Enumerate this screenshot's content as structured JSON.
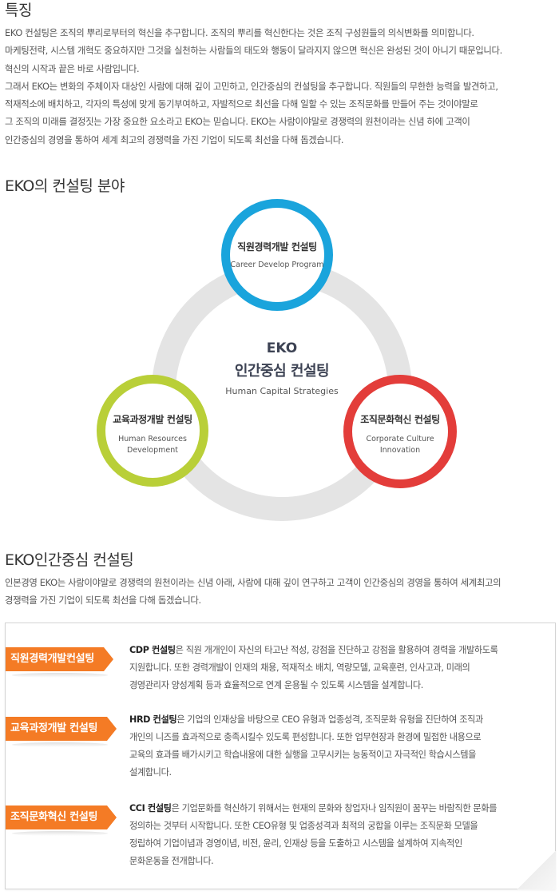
{
  "features": {
    "title": "특징",
    "lines": [
      "EKO 컨설팅은 조직의 뿌리로부터의 혁신을 추구합니다. 조직의 뿌리를 혁신한다는 것은 조직 구성원들의 의식변화를 의미합니다.",
      "마케팅전략, 시스템 개혁도 중요하지만 그것을 실천하는 사람들의 태도와 행동이 달라지지 않으면 혁신은 완성된 것이 아니기 때문입니다.",
      "혁신의 시작과 끝은 바로 사람입니다.",
      "그래서 EKO는 변화의 주체이자 대상인 사람에 대해 깊이 고민하고, 인간중심의 컨설팅을 추구합니다. 직원들의 무한한 능력을 발견하고,",
      "적재적소에 배치하고, 각자의 특성에 맞게 동기부여하고, 자발적으로 최선을 다해 일할 수 있는 조직문화를 만들어 주는 것이야말로",
      "그 조직의 미래를 결정짓는 가장 중요한 요소라고 EKO는 믿습니다. EKO는 사람이야말로 경쟁력의 원천이라는 신념 하에 고객이",
      "인간중심의 경영을 통하여 세계 최고의 경쟁력을 가진 기업이 되도록 최선을 다해 돕겠습니다."
    ]
  },
  "fields": {
    "title": "EKO의 컨설팅 분야",
    "center": {
      "title_line1": "EKO",
      "title_line2": "인간중심 컨설팅",
      "subtitle": "Human Capital Strategies"
    },
    "circles": [
      {
        "title": "직원경력개발 컨설팅",
        "sub1": "Career Develop Program",
        "sub2": ""
      },
      {
        "title": "교육과정개발 컨설팅",
        "sub1": "Human Resources",
        "sub2": "Development"
      },
      {
        "title": "조직문화혁신 컨설팅",
        "sub1": "Corporate Culture",
        "sub2": "Innovation"
      }
    ],
    "colors": {
      "blue": "#1aa4dc",
      "green": "#b9cf38",
      "red": "#e33d3a",
      "ring": "#e4e4e4"
    }
  },
  "hcc": {
    "title": "EKO인간중심 컨설팅",
    "lines": [
      "인본경영 EKO는 사람이야말로 경쟁력의 원천이라는 신념 아래, 사람에 대해 깊이 연구하고 고객이 인간중심의 경영을 통하여 세계최고의",
      "경쟁력을 가진 기업이 되도록 최선을 다해 돕겠습니다."
    ],
    "items": [
      {
        "tag": "직원경력개발컨설팅",
        "keyword": "CDP 컨설팅",
        "first_rest": "은 직원 개개인이 자신의 타고난 적성, 강점을 진단하고 강점을 활용하여 경력을 개발하도록",
        "lines": [
          "지원합니다. 또한 경력개발이 인재의 채용, 적재적소 배치, 역량모델, 교육훈련, 인사고과, 미래의",
          "경영관리자 양성계획 등과 효율적으로 연계 운용될 수 있도록 시스템을 설계합니다."
        ]
      },
      {
        "tag": "교육과정개발 컨설팅",
        "keyword": "HRD 컨설팅",
        "first_rest": "은 기업의 인재상을 바탕으로 CEO 유형과 업종성격, 조직문화 유형을 진단하여 조직과",
        "lines": [
          "개인의 니즈를 효과적으로 충족시킬수 있도록 편성합니다. 또한 업무현장과 환경에 밀접한 내용으로",
          "교육의 효과를 배가시키고 학습내용에 대한 실행을 고무시키는 능동적이고 자극적인 학습시스템을",
          "설계합니다."
        ]
      },
      {
        "tag": "조직문화혁신 컨설팅",
        "keyword": "CCI 컨설팅",
        "first_rest": "은 기업문화를 혁신하기 위해서는 현재의 문화와 창업자나 임직원이 꿈꾸는 바람직한 문화를",
        "lines": [
          "정의하는 것부터 시작합니다. 또한 CEO유형 및 업종성격과 최적의 궁합을 이루는 조직문화 모델을",
          "정립하여 기업이념과 경영이념, 비전, 윤리, 인재상 등을 도출하고 시스템을 설계하여 지속적인",
          "문화운동을 전개합니다."
        ]
      }
    ],
    "colors": {
      "tag": "#f47b25"
    }
  }
}
